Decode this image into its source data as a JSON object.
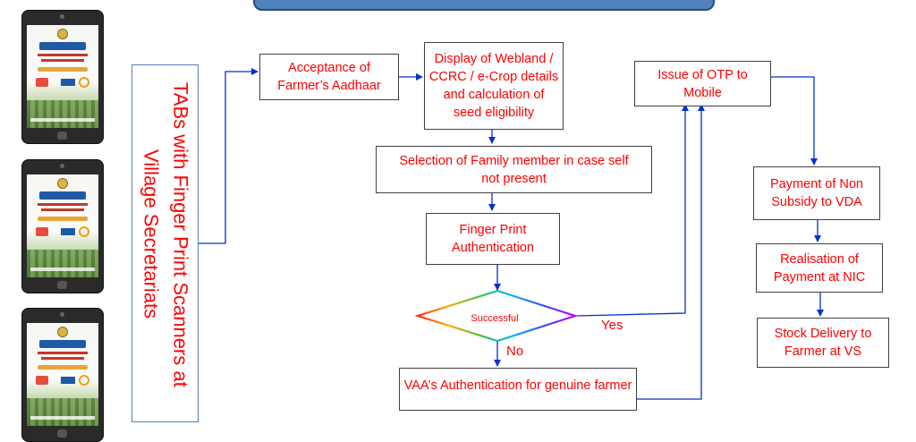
{
  "boxes": {
    "acceptance": "Acceptance of Farmer’s Aadhaar",
    "display_details": "Display of Webland / CCRC / e-Crop details and calculation of seed eligibility",
    "otp": "Issue of OTP to Mobile",
    "family_member": "Selection of Family member in case self not present",
    "fingerprint": "Finger Print Authentication",
    "vaa_auth": "VAA’s Authentication for genuine farmer",
    "payment": "Payment of Non Subsidy to VDA",
    "realisation": "Realisation of Payment at NIC",
    "stock": "Stock Delivery to Farmer at VS"
  },
  "decision": {
    "label": "Successful",
    "yes": "Yes",
    "no": "No"
  },
  "tabs_label": "TABs with Finger Print Scanners at Village Secretariats",
  "icons": [
    "tablet-icon",
    "tablet-icon",
    "tablet-icon"
  ],
  "colors": {
    "text": "#ff0000",
    "arrow": "#0033cc",
    "banner": "#4f81bd",
    "box_border": "#404040"
  }
}
